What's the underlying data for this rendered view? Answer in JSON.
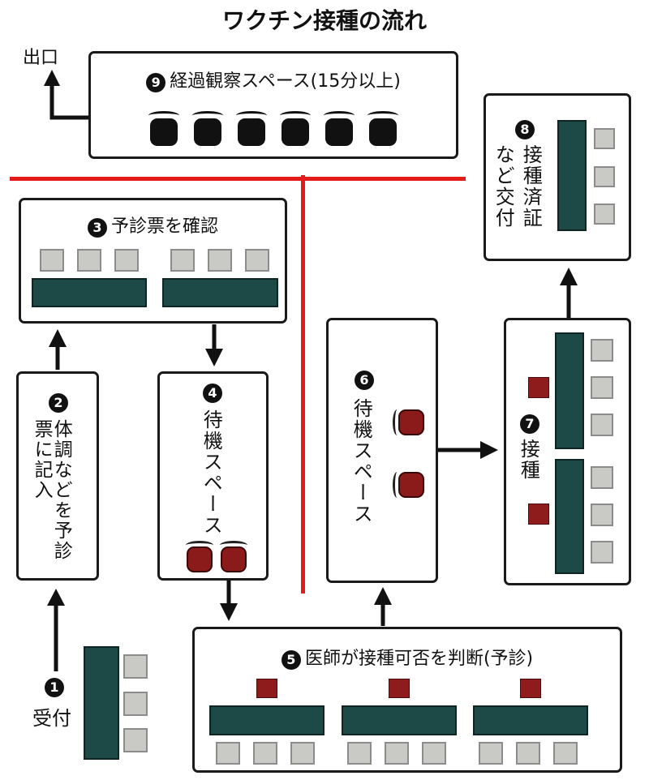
{
  "title": "ワクチン接種の流れ",
  "exit_label": "出口",
  "steps": {
    "s1": {
      "num": "1",
      "label": "受付"
    },
    "s2": {
      "num": "2",
      "label": "体調などを予診票に記入"
    },
    "s3": {
      "num": "3",
      "label": "予診票を確認"
    },
    "s4": {
      "num": "4",
      "label": "待機スペース"
    },
    "s5": {
      "num": "5",
      "label": "医師が接種可否を判断(予診)"
    },
    "s6": {
      "num": "6",
      "label": "待機スペース"
    },
    "s7": {
      "num": "7",
      "label": "接種"
    },
    "s8": {
      "num": "8",
      "label_line1": "接種済証",
      "label_line2": "など交付"
    },
    "s9": {
      "num": "9",
      "label": "経過観察スペース(15分以上)"
    }
  },
  "colors": {
    "table": "#1d4a47",
    "chair": "#c9c9c6",
    "red_seat": "#8b1a1a",
    "divider": "#e31b1b"
  }
}
